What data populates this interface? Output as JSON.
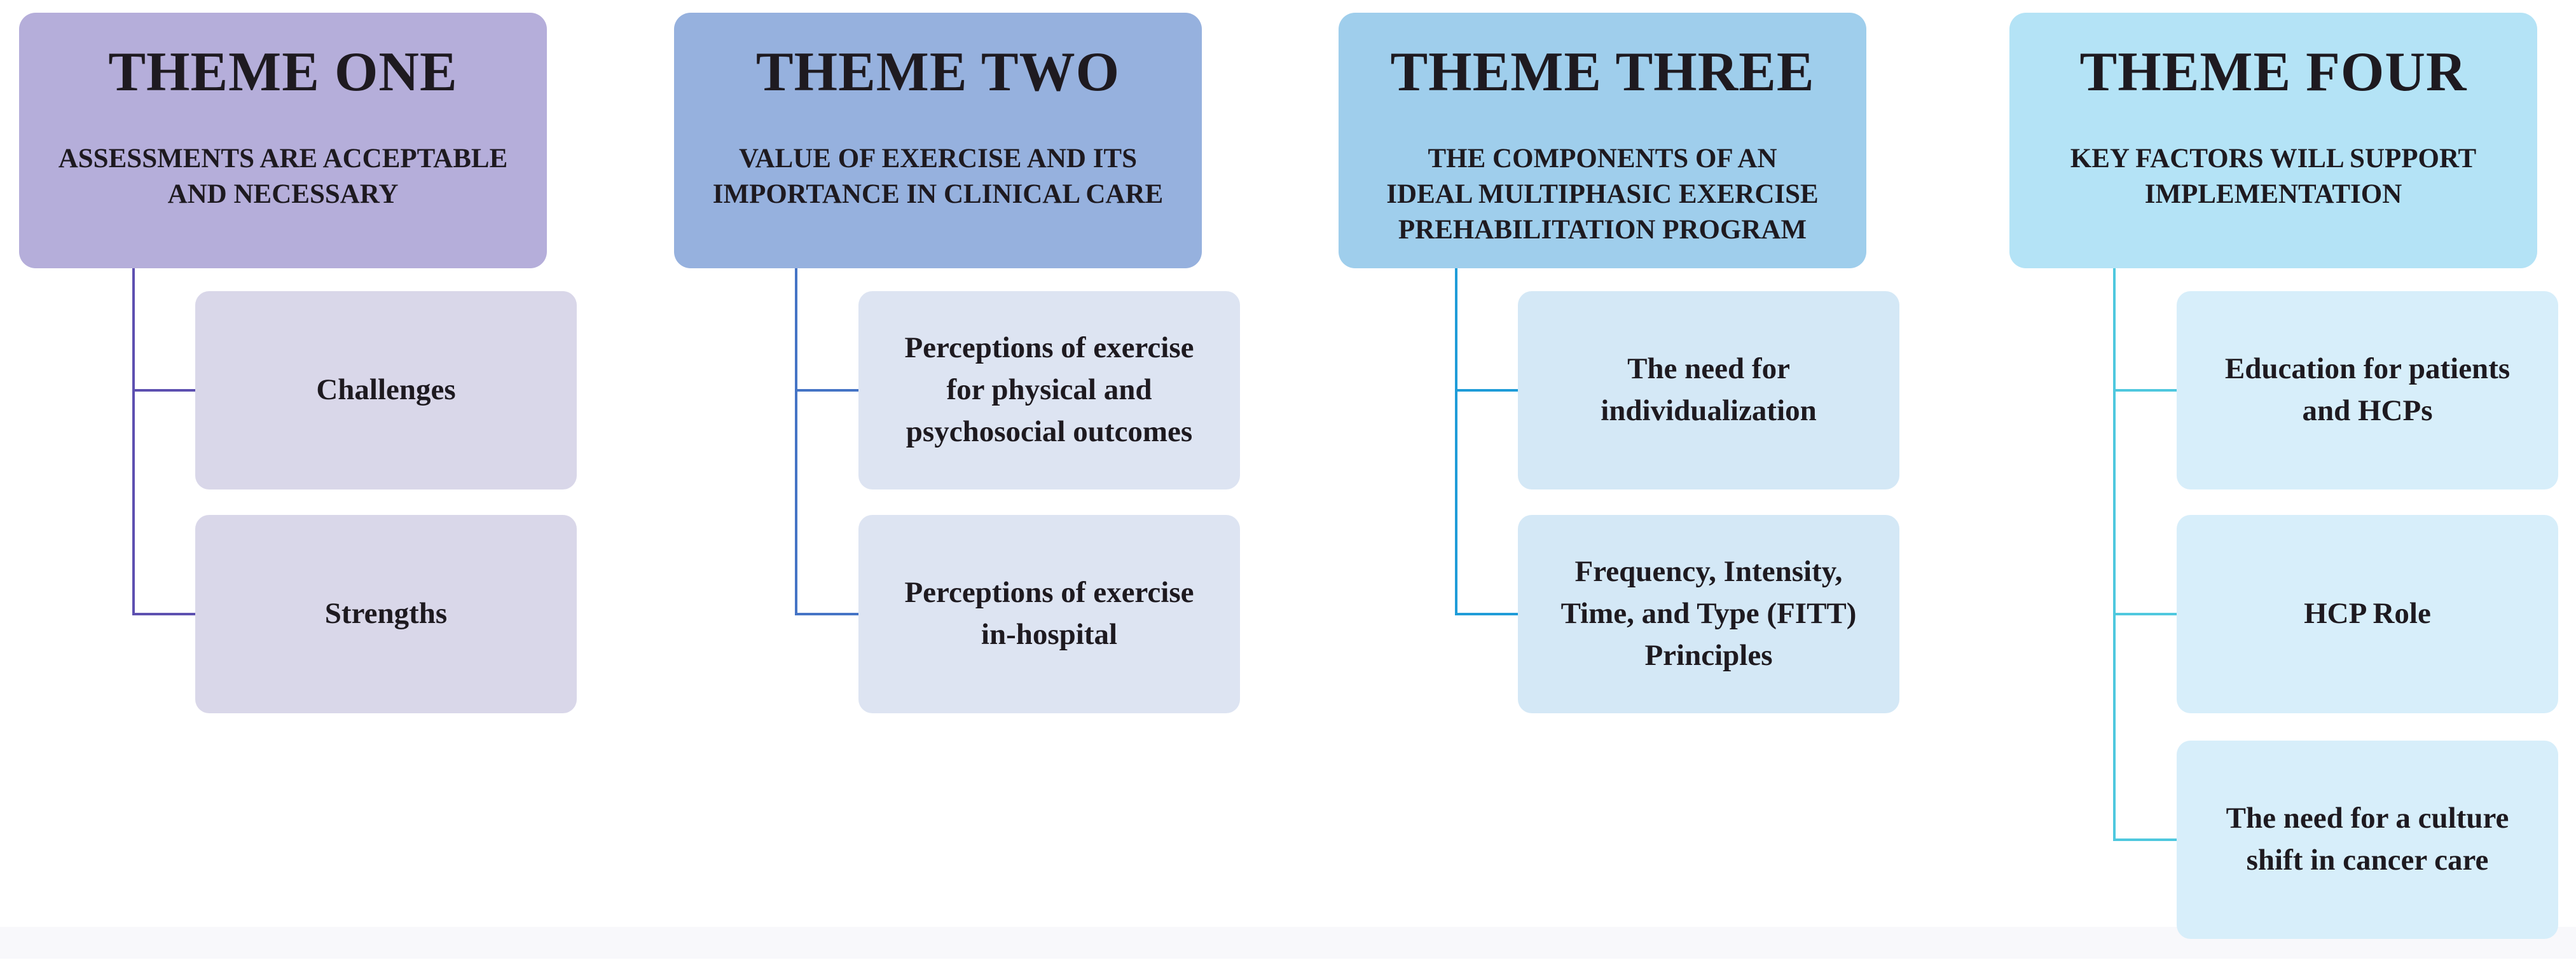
{
  "figure": {
    "background_color": "#ffffff",
    "text_color": "#1e1a20",
    "columns": [
      {
        "id": "theme-one",
        "title": "THEME ONE",
        "subtitle": "ASSESSMENTS ARE ACCEPTABLE\nAND NECESSARY",
        "header_color": "#b5aeda",
        "child_color": "#d9d7e9",
        "line_color": "#5d50b0",
        "children": [
          "Challenges",
          "Strengths"
        ]
      },
      {
        "id": "theme-two",
        "title": "THEME TWO",
        "subtitle": "VALUE OF EXERCISE AND ITS\nIMPORTANCE IN CLINICAL CARE",
        "header_color": "#96b1de",
        "child_color": "#dde4f2",
        "line_color": "#4574c5",
        "children": [
          "Perceptions of exercise\nfor physical and\npsychosocial outcomes",
          "Perceptions of exercise\nin-hospital"
        ]
      },
      {
        "id": "theme-three",
        "title": "THEME THREE",
        "subtitle": "THE COMPONENTS OF AN\nIDEAL MULTIPHASIC EXERCISE\nPREHABILITATION PROGRAM",
        "header_color": "#9fceec",
        "child_color": "#d4e8f6",
        "line_color": "#1f9cd8",
        "children": [
          "The need for\nindividualization",
          "Frequency, Intensity,\nTime, and Type (FITT)\nPrinciples"
        ]
      },
      {
        "id": "theme-four",
        "title": "THEME FOUR",
        "subtitle": "KEY FACTORS WILL SUPPORT\nIMPLEMENTATION",
        "header_color": "#b4e3f6",
        "child_color": "#d7eefa",
        "line_color": "#4fc8de",
        "children": [
          "Education for patients\nand HCPs",
          "HCP Role",
          "The need for a culture\nshift in cancer care"
        ]
      }
    ]
  }
}
